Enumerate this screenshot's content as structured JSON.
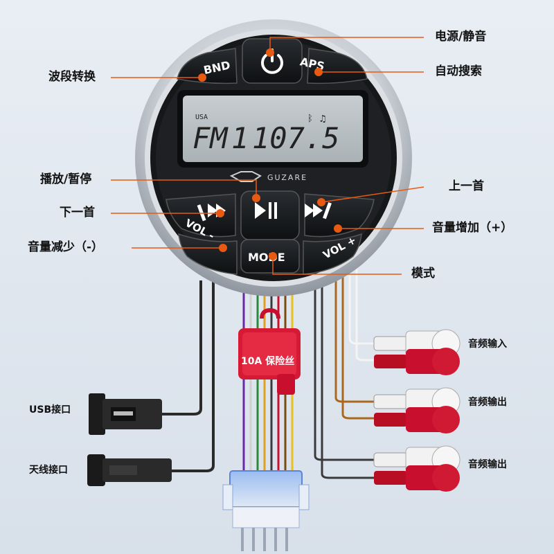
{
  "callouts": {
    "power_mute": "电源/静音",
    "band_switch": "波段转换",
    "auto_search": "自动搜索",
    "play_pause": "播放/暂停",
    "next_track": "上一首",
    "prev_track": "下一首",
    "volume_up": "音量增加（+）",
    "volume_down": "音量减少（-）",
    "mode": "模式",
    "audio_in": "音频输入",
    "audio_out_1": "音频输出",
    "audio_out_2": "音频输出",
    "usb_port": "USB接口",
    "antenna_port": "天线接口",
    "fuse": "10A 保险丝"
  },
  "buttons": {
    "bnd": "BND",
    "aps": "APS",
    "mode": "MODE",
    "vol_minus": "VOL -",
    "vol_plus": "VOL +"
  },
  "lcd": {
    "region": "USA",
    "band": "FM",
    "channel": "1",
    "frequency": "107.5"
  },
  "brand": "GUZARE",
  "icons": {
    "power": "power-icon",
    "play_pause": "play-pause-icon",
    "next": "next-icon",
    "prev": "prev-icon",
    "bluetooth": "bluetooth-icon",
    "music": "music-note-icon"
  },
  "colors": {
    "accent_orange": "#e85a12",
    "bezel_silver": "#cfd3d8",
    "rca_red": "#c8102e",
    "rca_white": "#f2f2f2"
  }
}
